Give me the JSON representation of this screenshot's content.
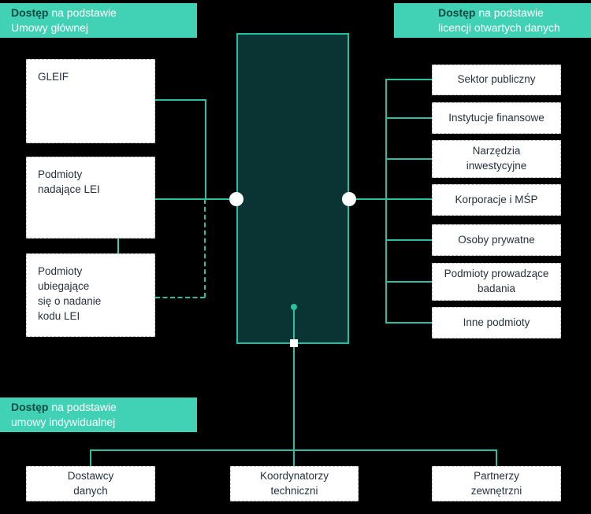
{
  "colors": {
    "background": "#000000",
    "accent": "#41d1b5",
    "line": "#2abfa3",
    "arrow": "#3fd0b6",
    "center_fill": "#0a3433",
    "center_border": "#1fbfa4",
    "box_text": "#26323e",
    "header_bold": "#0d4c42"
  },
  "headers": {
    "top_left": {
      "bold": "Dostęp",
      "line1_rest": " na podstawie",
      "line2": "Umowy głównej"
    },
    "top_right": {
      "bold": "Dostęp",
      "line1_rest": " na podstawie",
      "line2": "licencji otwartych danych"
    },
    "bottom_left": {
      "bold": "Dostęp",
      "line1_rest": " na podstawie",
      "line2": "umowy indywidualnej"
    }
  },
  "left_boxes": [
    {
      "label": "GLEIF"
    },
    {
      "label": "Podmioty\nnadające LEI"
    },
    {
      "label": "Podmioty\nubiegające\nsię o nadanie\nkodu LEI"
    }
  ],
  "right_boxes": [
    {
      "label": "Sektor publiczny"
    },
    {
      "label": "Instytucje finansowe"
    },
    {
      "label": "Narzędzia\ninwestycyjne"
    },
    {
      "label": "Korporacje i MŚP"
    },
    {
      "label": "Osoby prywatne"
    },
    {
      "label": "Podmioty prowadzące\nbadania"
    },
    {
      "label": "Inne podmioty"
    }
  ],
  "bottom_boxes": [
    {
      "label": "Dostawcy\ndanych"
    },
    {
      "label": "Koordynatorzy\ntechniczni"
    },
    {
      "label": "Partnerzy\nzewnętrzni"
    }
  ]
}
